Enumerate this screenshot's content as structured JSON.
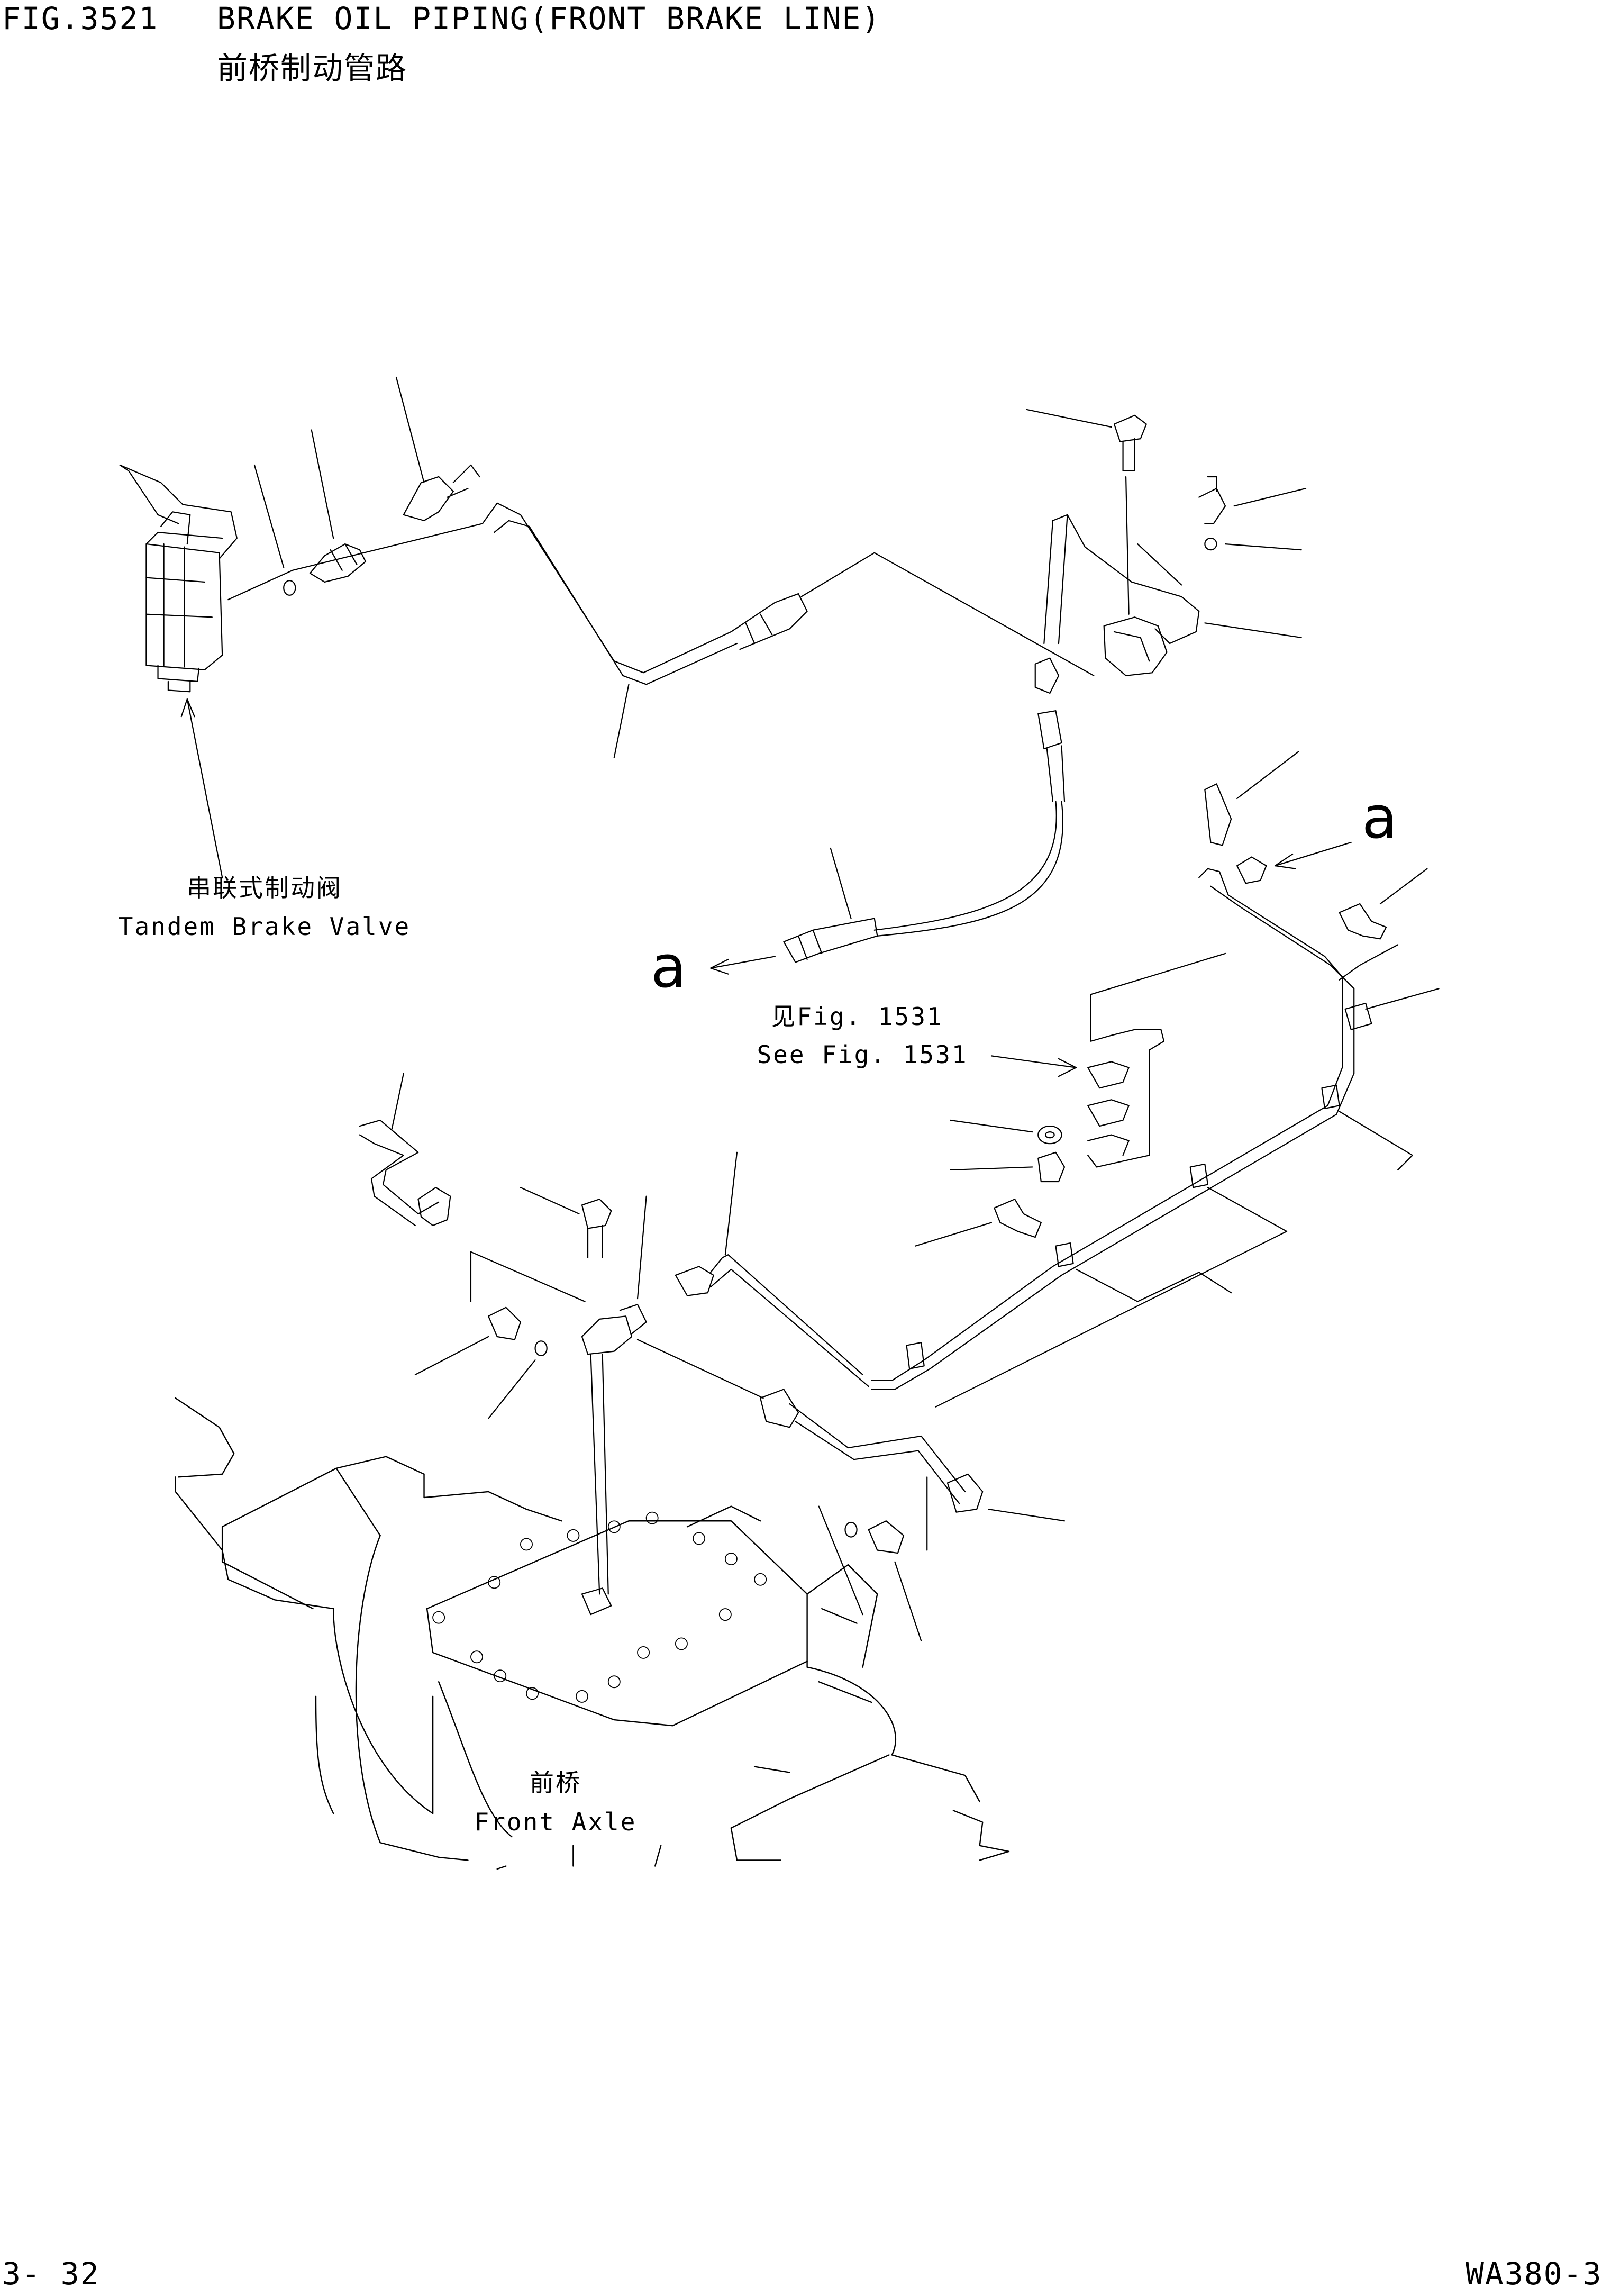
{
  "header": {
    "fig_number": "FIG.3521",
    "title_en": "BRAKE OIL PIPING(FRONT BRAKE LINE)",
    "title_cn": "前桥制动管路"
  },
  "labels": {
    "tandem_brake_valve_cn": "串联式制动阀",
    "tandem_brake_valve_en": "Tandem Brake Valve",
    "see_fig_cn": "见Fig. 1531",
    "see_fig_en": "See Fig. 1531",
    "front_axle_cn": "前桥",
    "front_axle_en": "Front Axle",
    "connector_a_left": "a",
    "connector_a_right": "a"
  },
  "footer": {
    "page_number": "3- 32",
    "model": "WA380-3"
  }
}
